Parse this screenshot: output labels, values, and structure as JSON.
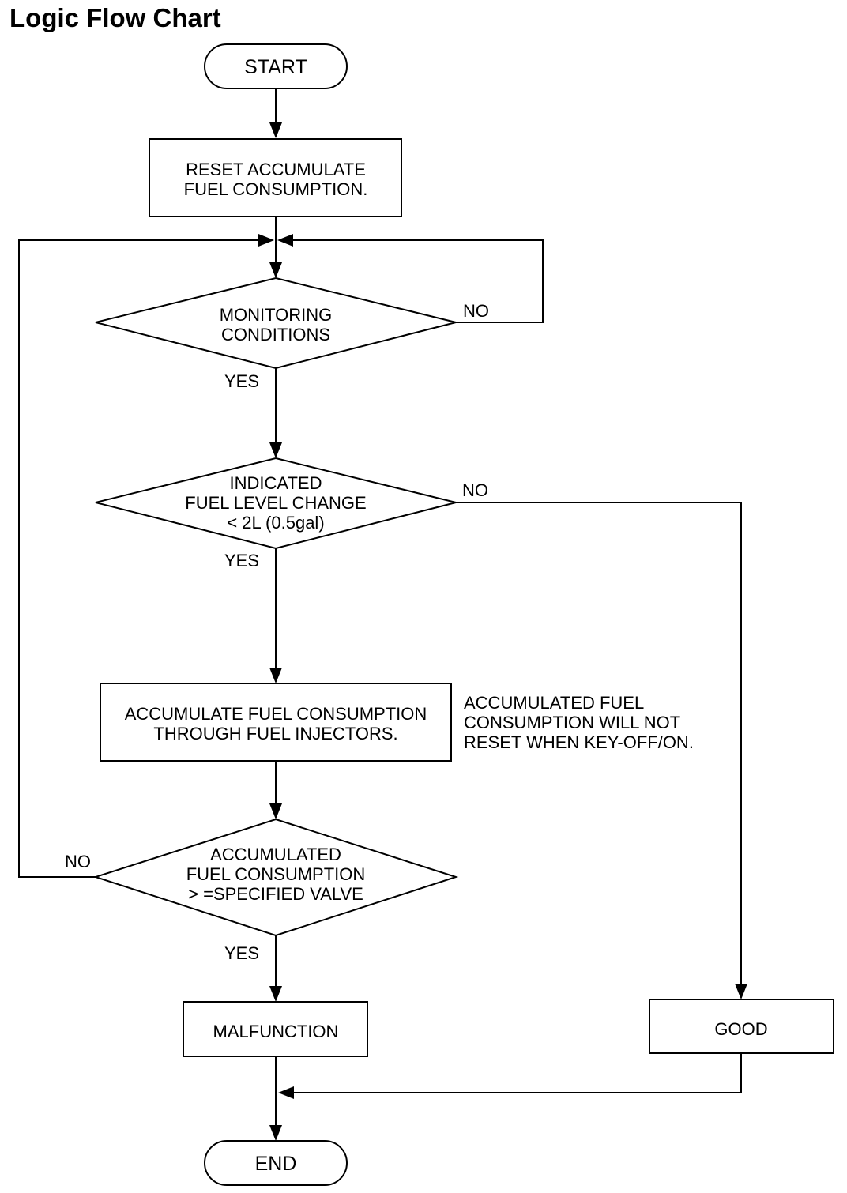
{
  "title": "Logic Flow Chart",
  "nodes": {
    "start": "START",
    "reset": [
      "RESET ACCUMULATE",
      "FUEL CONSUMPTION."
    ],
    "monitoring": [
      "MONITORING",
      "CONDITIONS"
    ],
    "fuel_level": [
      "INDICATED",
      "FUEL LEVEL CHANGE",
      "< 2L (0.5gal)"
    ],
    "accumulate": [
      "ACCUMULATE FUEL CONSUMPTION",
      "THROUGH FUEL INJECTORS."
    ],
    "accumulate_note": [
      "ACCUMULATED FUEL",
      "CONSUMPTION WILL NOT",
      "RESET WHEN KEY-OFF/ON."
    ],
    "specified": [
      "ACCUMULATED",
      "FUEL  CONSUMPTION",
      "> =SPECIFIED VALVE"
    ],
    "malfunction": "MALFUNCTION",
    "good": "GOOD",
    "end": "END"
  },
  "edge_labels": {
    "monitoring_no": "NO",
    "monitoring_yes": "YES",
    "fuel_level_no": "NO",
    "fuel_level_yes": "YES",
    "specified_no": "NO",
    "specified_yes": "YES"
  }
}
